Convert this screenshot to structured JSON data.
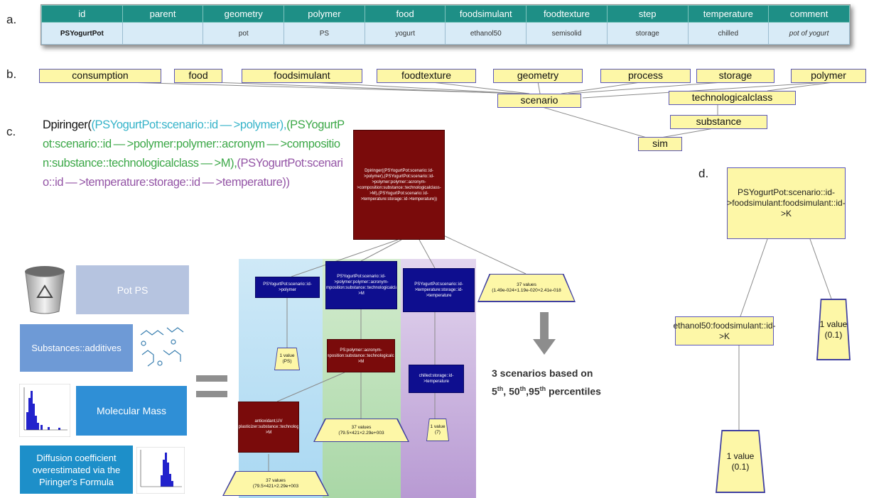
{
  "panel_labels": {
    "a": "a.",
    "b": "b.",
    "c": "c.",
    "d": "d."
  },
  "table": {
    "headers": [
      "id",
      "parent",
      "geometry",
      "polymer",
      "food",
      "foodsimulant",
      "foodtexture",
      "step",
      "temperature",
      "comment"
    ],
    "row": [
      "PSYogurtPot",
      "",
      "pot",
      "PS",
      "yogurt",
      "ethanol50",
      "semisolid",
      "storage",
      "chilled",
      "pot of yogurt"
    ]
  },
  "graph_b": {
    "nodes": {
      "consumption": "consumption",
      "food": "food",
      "foodsimulant": "foodsimulant",
      "foodtexture": "foodtexture",
      "geometry": "geometry",
      "process": "process",
      "storage": "storage",
      "polymer": "polymer",
      "scenario": "scenario",
      "technologicalclass": "technologicalclass",
      "substance": "substance",
      "sim": "sim"
    }
  },
  "expression": {
    "fn": "Dpiringer(",
    "part1": "(PSYogurtPot:scenario::id — >polymer),",
    "part2": "(PSYogurtPot:scenario::id — >polymer:polymer::acronym — >composition:substance::technologicalclass — >M),",
    "part3": "(PSYogurtPot:scenario::id — >temperature:storage::id — >temperature))"
  },
  "left_panel": {
    "pot_label": "Pot PS",
    "substances_label": "Substances::additives",
    "molecular_mass_label": "Molecular Mass",
    "diffusion_label": "Diffusion coefficient overestimated  via the Piringer's Formula",
    "colors": {
      "pot": "#b6c4e0",
      "substances": "#6e9ad6",
      "molecular": "#2f8fd6",
      "diffusion": "#1d8fc9"
    }
  },
  "tree_c": {
    "root": "Dpiringer((PSYogurtPot:scenario::id->polymer),(PSYogurtPot:scenario::id->polymer:polymer::acronym->composition:substance::technologicalclass->M),(PSYogurtPot:scenario::id->temperature:storage::id->temperature))",
    "n_polymer": "PSYogurtPot:scenario::id->polymer",
    "n_acronym": "PSYogurtPot:scenario::id->polymer:polymer::acronym->composition:substance::technologicalclass->M",
    "n_temp": "PSYogurtPot:scenario::id->temperature:storage::id->temperature",
    "values_top": "37 values\n(1.49e-024×1.19e-020×2.41e-018",
    "v_ps": "1 value\n(PS)",
    "n_acronym2": "PS:polymer::acronym->composition:substance::technologicalclass->M",
    "n_chilled": "chilled:storage::id->temperature",
    "n_antiox": "antioxidant,UV stabilizer,plasticizer:substance::technologicalclass->M",
    "v_mid": "37 values\n(79.5×421×2.29e+003",
    "v_one": "1 value\n(7)",
    "v_bottom": "37 values\n(79.5×421×2.29e+003",
    "band_colors": {
      "blue": "#bfe2f5",
      "green": "#c4e6c2",
      "purple": "#d8c7e6"
    }
  },
  "scenarios_note": {
    "line1": "3 scenarios based on",
    "p5": "5",
    "sup1": "th",
    "p50": ", 50",
    "sup2": "th",
    "p95": ",95",
    "sup3": "th",
    "tail": " percentiles"
  },
  "tree_d": {
    "root": "PSYogurtPot:scenario::id->foodsimulant:foodsimulant::id->K",
    "mid": "ethanol50:foodsimulant::id->K",
    "right_leaf": "1 value\n(0.1)",
    "bottom_leaf": "1 value\n(0.1)"
  }
}
